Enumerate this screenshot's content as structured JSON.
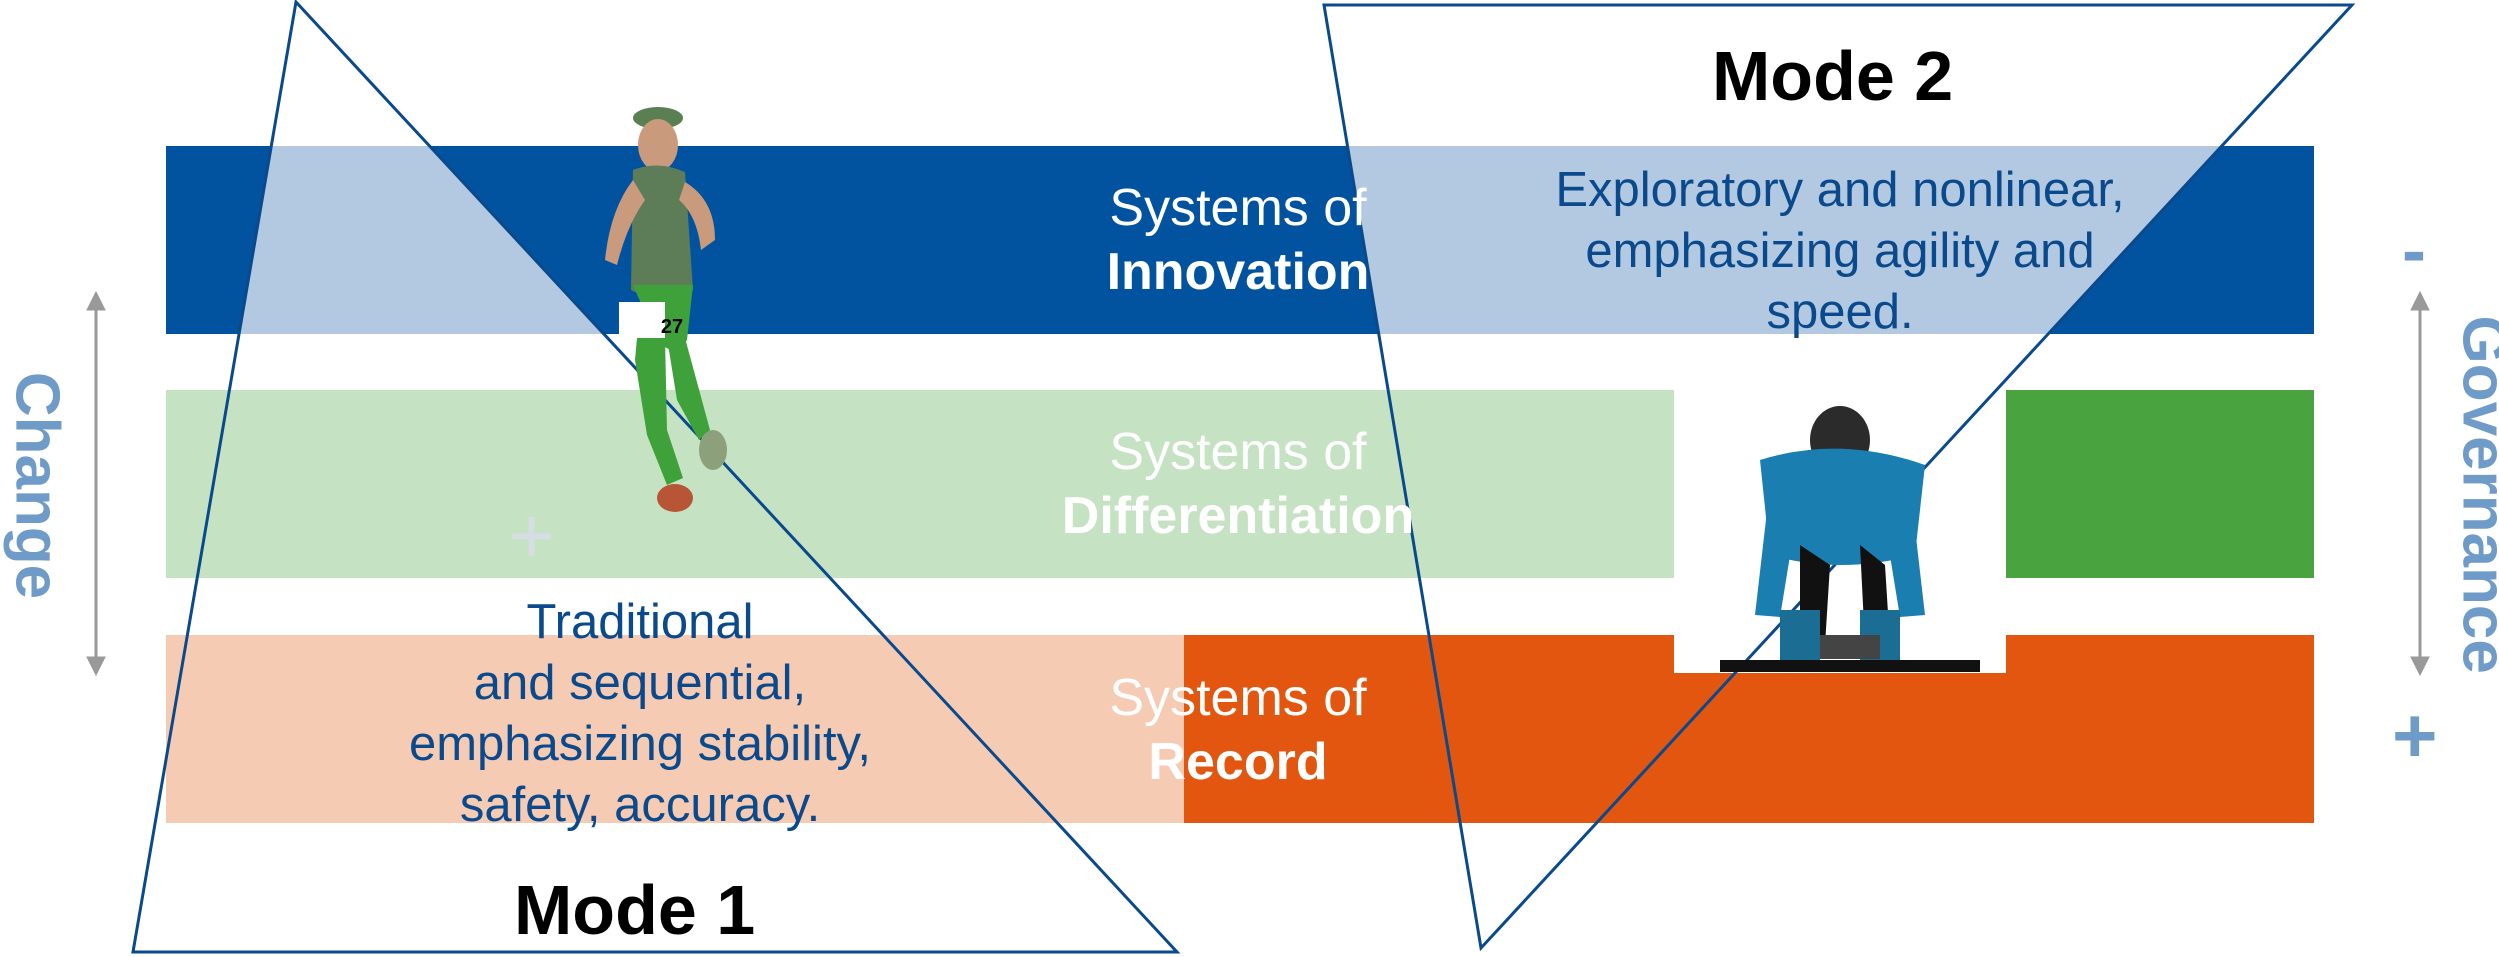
{
  "bands": {
    "innovation": {
      "prefix": "Systems of",
      "name": "Innovation",
      "color": "#02539f",
      "light": "#b2c9e1"
    },
    "differentiation": {
      "prefix": "Systems of",
      "name": "Differentiation",
      "color": "#49a43f",
      "light": "#c5e3c3"
    },
    "record": {
      "prefix": "Systems of",
      "name": "Record",
      "color": "#e2560f",
      "light": "#f6cbb4"
    }
  },
  "mode1": {
    "title": "Mode 1",
    "description_lines": [
      "Traditional",
      "and sequential,",
      "emphasizing stability,",
      "safety, accuracy."
    ]
  },
  "mode2": {
    "title": "Mode 2",
    "description_lines": [
      "Exploratory and nonlinear,",
      "emphasizing agility and",
      "speed."
    ]
  },
  "axes": {
    "left": {
      "label": "Change"
    },
    "right": {
      "label": "Governance",
      "top_symbol": "-",
      "bottom_symbol": "+"
    }
  },
  "photos": {
    "runner_bib": "27",
    "plus_mark": "+"
  },
  "colors": {
    "outline": "#0a4a8c",
    "axis": "#6f9bc8",
    "arrow": "#999999"
  }
}
